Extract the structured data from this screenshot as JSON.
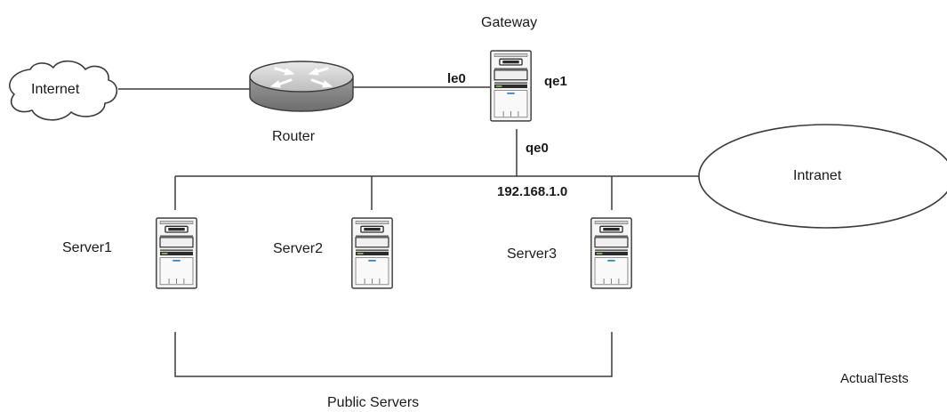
{
  "diagram": {
    "nodes": {
      "internet": {
        "label": "Internet",
        "shape": "cloud"
      },
      "router": {
        "label": "Router",
        "shape": "router-icon"
      },
      "gateway": {
        "label": "Gateway",
        "shape": "server-tower-icon"
      },
      "intranet": {
        "label": "Intranet",
        "shape": "ellipse"
      },
      "server1": {
        "label": "Server1",
        "shape": "server-tower-icon"
      },
      "server2": {
        "label": "Server2",
        "shape": "server-tower-icon"
      },
      "server3": {
        "label": "Server3",
        "shape": "server-tower-icon"
      }
    },
    "interfaces": {
      "le0": "le0",
      "qe1": "qe1",
      "qe0": "qe0"
    },
    "network_label": "192.168.1.0",
    "group_label": "Public Servers",
    "watermark": "ActualTests",
    "edges": [
      {
        "from": "Internet",
        "to": "Router"
      },
      {
        "from": "Router",
        "to": "Gateway",
        "interface": "le0"
      },
      {
        "from": "Gateway",
        "to": "192.168.1.0",
        "interface": "qe0"
      },
      {
        "from": "192.168.1.0",
        "to": "Server1"
      },
      {
        "from": "192.168.1.0",
        "to": "Server2"
      },
      {
        "from": "192.168.1.0",
        "to": "Server3"
      },
      {
        "from": "192.168.1.0",
        "to": "Intranet"
      }
    ]
  },
  "colors": {
    "line": "#3a3a3a",
    "server_body": "#f4f4f4",
    "server_dark": "#2b2b2b",
    "router_fill": "#d0d0d0",
    "accent": "#2a7fbf"
  }
}
